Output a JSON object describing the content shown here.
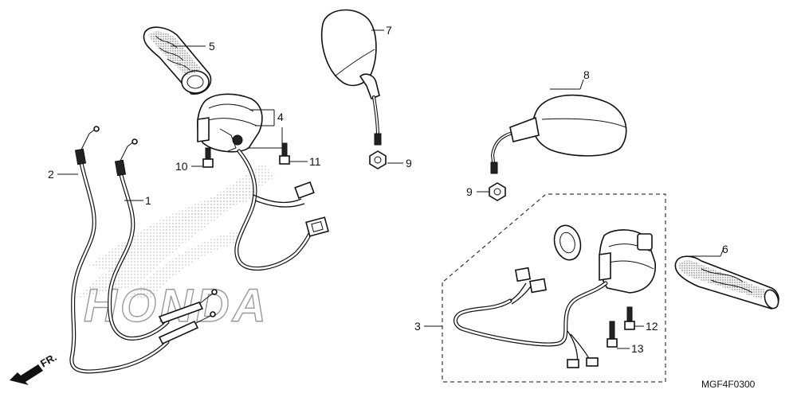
{
  "diagram_code": "MGF4F0300",
  "watermark_brand": "HONDA",
  "direction_label": "FR.",
  "callouts": {
    "c1": "1",
    "c2": "2",
    "c3": "3",
    "c4": "4",
    "c5": "5",
    "c6": "6",
    "c7": "7",
    "c8": "8",
    "c9a": "9",
    "c9b": "9",
    "c10": "10",
    "c11": "11",
    "c12": "12",
    "c13": "13"
  }
}
